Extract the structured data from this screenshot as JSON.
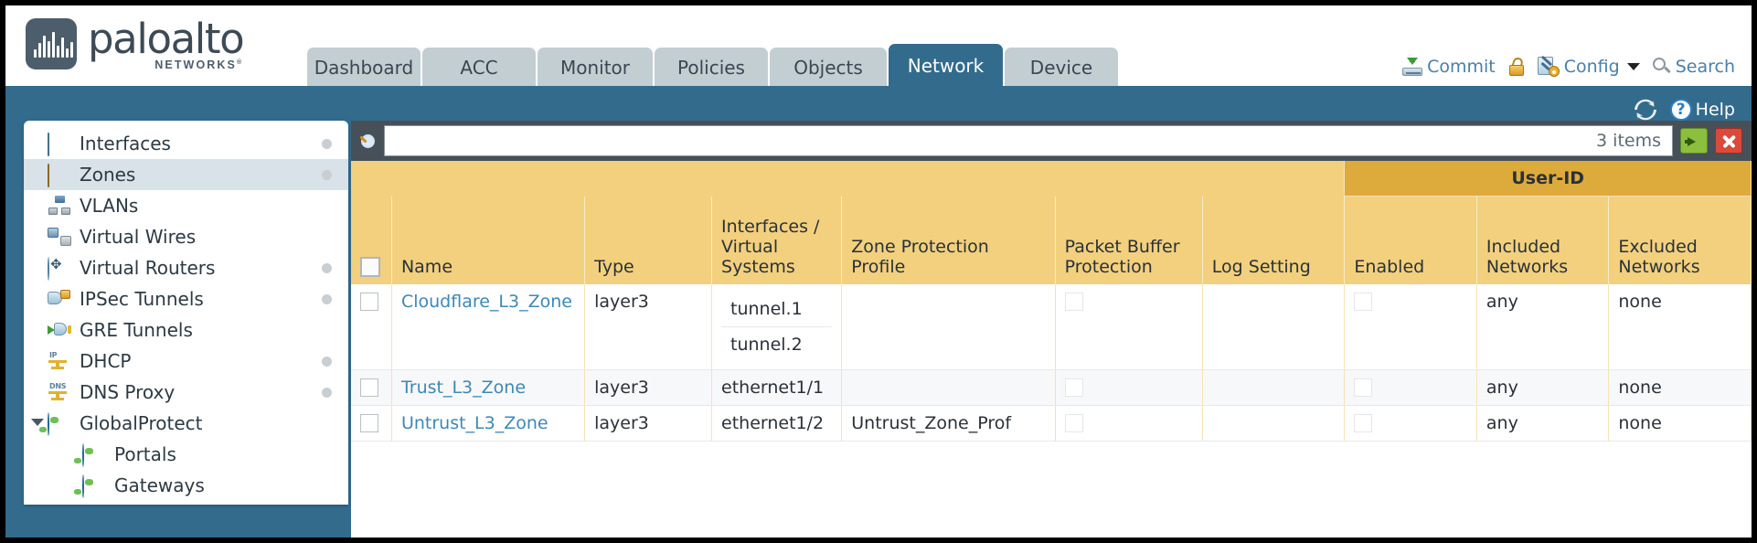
{
  "brand": {
    "name": "paloalto",
    "sub": "NETWORKS",
    "sub_mark": "®"
  },
  "nav": {
    "tabs": [
      {
        "label": "Dashboard",
        "active": false
      },
      {
        "label": "ACC",
        "active": false
      },
      {
        "label": "Monitor",
        "active": false
      },
      {
        "label": "Policies",
        "active": false
      },
      {
        "label": "Objects",
        "active": false
      },
      {
        "label": "Network",
        "active": true
      },
      {
        "label": "Device",
        "active": false
      }
    ]
  },
  "header_actions": {
    "commit": "Commit",
    "config": "Config",
    "search": "Search"
  },
  "subbar": {
    "help": "Help"
  },
  "sidebar": {
    "items": [
      {
        "label": "Interfaces",
        "icon": "interfaces-icon",
        "dot": true,
        "selected": false,
        "indent": false,
        "expander": false
      },
      {
        "label": "Zones",
        "icon": "zones-icon",
        "dot": true,
        "selected": true,
        "indent": false,
        "expander": false
      },
      {
        "label": "VLANs",
        "icon": "vlans-icon",
        "dot": false,
        "selected": false,
        "indent": false,
        "expander": false
      },
      {
        "label": "Virtual Wires",
        "icon": "virtual-wires-icon",
        "dot": false,
        "selected": false,
        "indent": false,
        "expander": false
      },
      {
        "label": "Virtual Routers",
        "icon": "virtual-routers-icon",
        "dot": true,
        "selected": false,
        "indent": false,
        "expander": false
      },
      {
        "label": "IPSec Tunnels",
        "icon": "ipsec-tunnels-icon",
        "dot": true,
        "selected": false,
        "indent": false,
        "expander": false
      },
      {
        "label": "GRE Tunnels",
        "icon": "gre-tunnels-icon",
        "dot": false,
        "selected": false,
        "indent": false,
        "expander": false
      },
      {
        "label": "DHCP",
        "icon": "dhcp-icon",
        "dot": true,
        "selected": false,
        "indent": false,
        "expander": false
      },
      {
        "label": "DNS Proxy",
        "icon": "dns-proxy-icon",
        "dot": true,
        "selected": false,
        "indent": false,
        "expander": false
      },
      {
        "label": "GlobalProtect",
        "icon": "globalprotect-icon",
        "dot": false,
        "selected": false,
        "indent": false,
        "expander": true
      },
      {
        "label": "Portals",
        "icon": "portals-icon",
        "dot": false,
        "selected": false,
        "indent": true,
        "expander": false
      },
      {
        "label": "Gateways",
        "icon": "gateways-icon",
        "dot": false,
        "selected": false,
        "indent": true,
        "expander": false
      }
    ]
  },
  "search": {
    "value": "",
    "placeholder": "",
    "item_count": "3 items"
  },
  "table": {
    "group_header": "User-ID",
    "columns": [
      "Name",
      "Type",
      "Interfaces / Virtual Systems",
      "Zone Protection Profile",
      "Packet Buffer Protection",
      "Log Setting",
      "Enabled",
      "Included Networks",
      "Excluded Networks"
    ],
    "rows": [
      {
        "name": "Cloudflare_L3_Zone",
        "type": "layer3",
        "interfaces": [
          "tunnel.1",
          "tunnel.2"
        ],
        "zone_protection_profile": "",
        "packet_buffer_protection": false,
        "log_setting": "",
        "enabled": false,
        "included_networks": "any",
        "excluded_networks": "none"
      },
      {
        "name": "Trust_L3_Zone",
        "type": "layer3",
        "interfaces": [
          "ethernet1/1"
        ],
        "zone_protection_profile": "",
        "packet_buffer_protection": false,
        "log_setting": "",
        "enabled": false,
        "included_networks": "any",
        "excluded_networks": "none"
      },
      {
        "name": "Untrust_L3_Zone",
        "type": "layer3",
        "interfaces": [
          "ethernet1/2"
        ],
        "zone_protection_profile": "Untrust_Zone_Prof",
        "packet_buffer_protection": false,
        "log_setting": "",
        "enabled": false,
        "included_networks": "any",
        "excluded_networks": "none"
      }
    ]
  },
  "colors": {
    "brand_dark": "#4c5d6b",
    "body_teal": "#336b8c",
    "tab_inactive": "#c3ced3",
    "tab_active": "#336b8c",
    "header_gold": "#f2d07e",
    "group_gold": "#ddab3c",
    "searchbar_slate": "#465058",
    "link_blue": "#3d88b5"
  }
}
